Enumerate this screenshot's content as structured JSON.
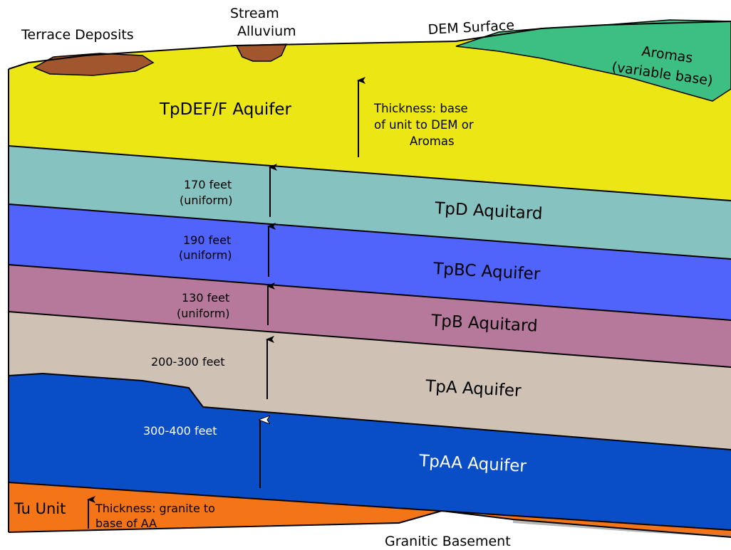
{
  "labels": {
    "terrace_deposits": "Terrace Deposits",
    "stream": "Stream",
    "alluvium": "Alluvium",
    "dem_surface": "DEM Surface",
    "aromas_1": "Aromas",
    "aromas_2": "(variable base)",
    "granitic_basement": "Granitic Basement"
  },
  "layers": {
    "tpdeff": {
      "name": "TpDEF/F Aquifer",
      "color": "#ebe614"
    },
    "tpd": {
      "name": "TpD Aquitard",
      "color": "#86c3c0",
      "thickness_1": "170 feet",
      "thickness_2": "(uniform)"
    },
    "tpbc": {
      "name": "TpBC Aquifer",
      "color": "#5063fb",
      "thickness_1": "190 feet",
      "thickness_2": "(uniform)"
    },
    "tpb": {
      "name": "TpB Aquitard",
      "color": "#b7799b",
      "thickness_1": "130 feet",
      "thickness_2": "(uniform)"
    },
    "tpa": {
      "name": "TpA Aquifer",
      "color": "#cfc1b4",
      "thickness_1": "200-300 feet"
    },
    "tpaa": {
      "name": "TpAA Aquifer",
      "color": "#0a4ec7",
      "thickness_1": "300-400 feet"
    },
    "tu": {
      "name": "Tu Unit",
      "color": "#f47418"
    }
  },
  "notes": {
    "top_thickness_1": "Thickness: base",
    "top_thickness_2": "of unit to DEM or",
    "top_thickness_3": "Aromas",
    "tu_thickness_1": "Thickness: granite to",
    "tu_thickness_2": "base of AA"
  },
  "colors": {
    "aromas": "#3dbf83",
    "terrace": "#a2562d",
    "outline": "#000000"
  }
}
